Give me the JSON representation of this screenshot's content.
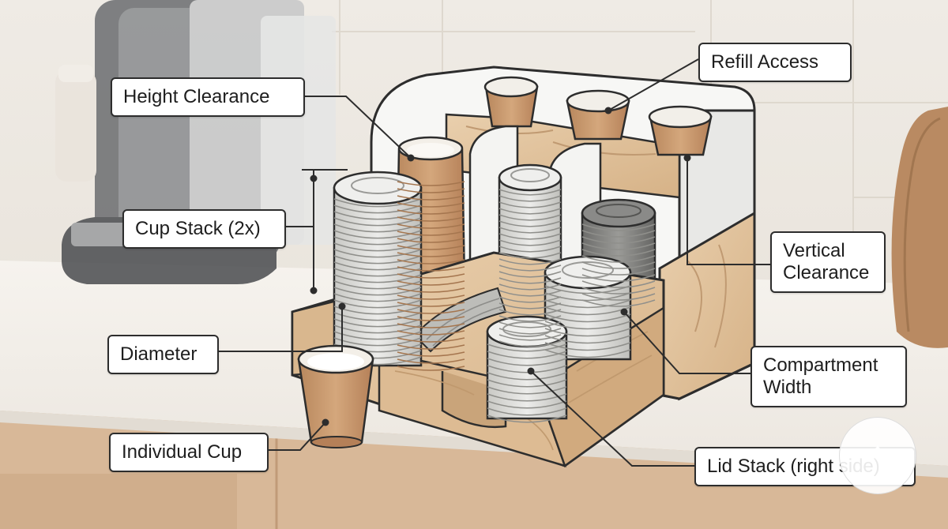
{
  "diagram": {
    "labels": {
      "refill_access": "Refill Access",
      "height_clearance": "Height Clearance",
      "cup_stack": "Cup Stack (2x)",
      "vertical_clearance": "Vertical Clearance",
      "diameter": "Diameter",
      "compartment_width": "Compartment Width",
      "individual_cup": "Individual Cup",
      "lid_stack": "Lid Stack (right side)"
    },
    "watermark_badge": "✦"
  },
  "colors": {
    "wood": "#e2c5a0",
    "wood_dark": "#c9a47a",
    "cup_kraft": "#c89a70",
    "lid_light": "#dcdcd8",
    "lid_dark": "#7d7d7b",
    "counter": "#f4f1ec",
    "outline": "#2d2d2d"
  }
}
